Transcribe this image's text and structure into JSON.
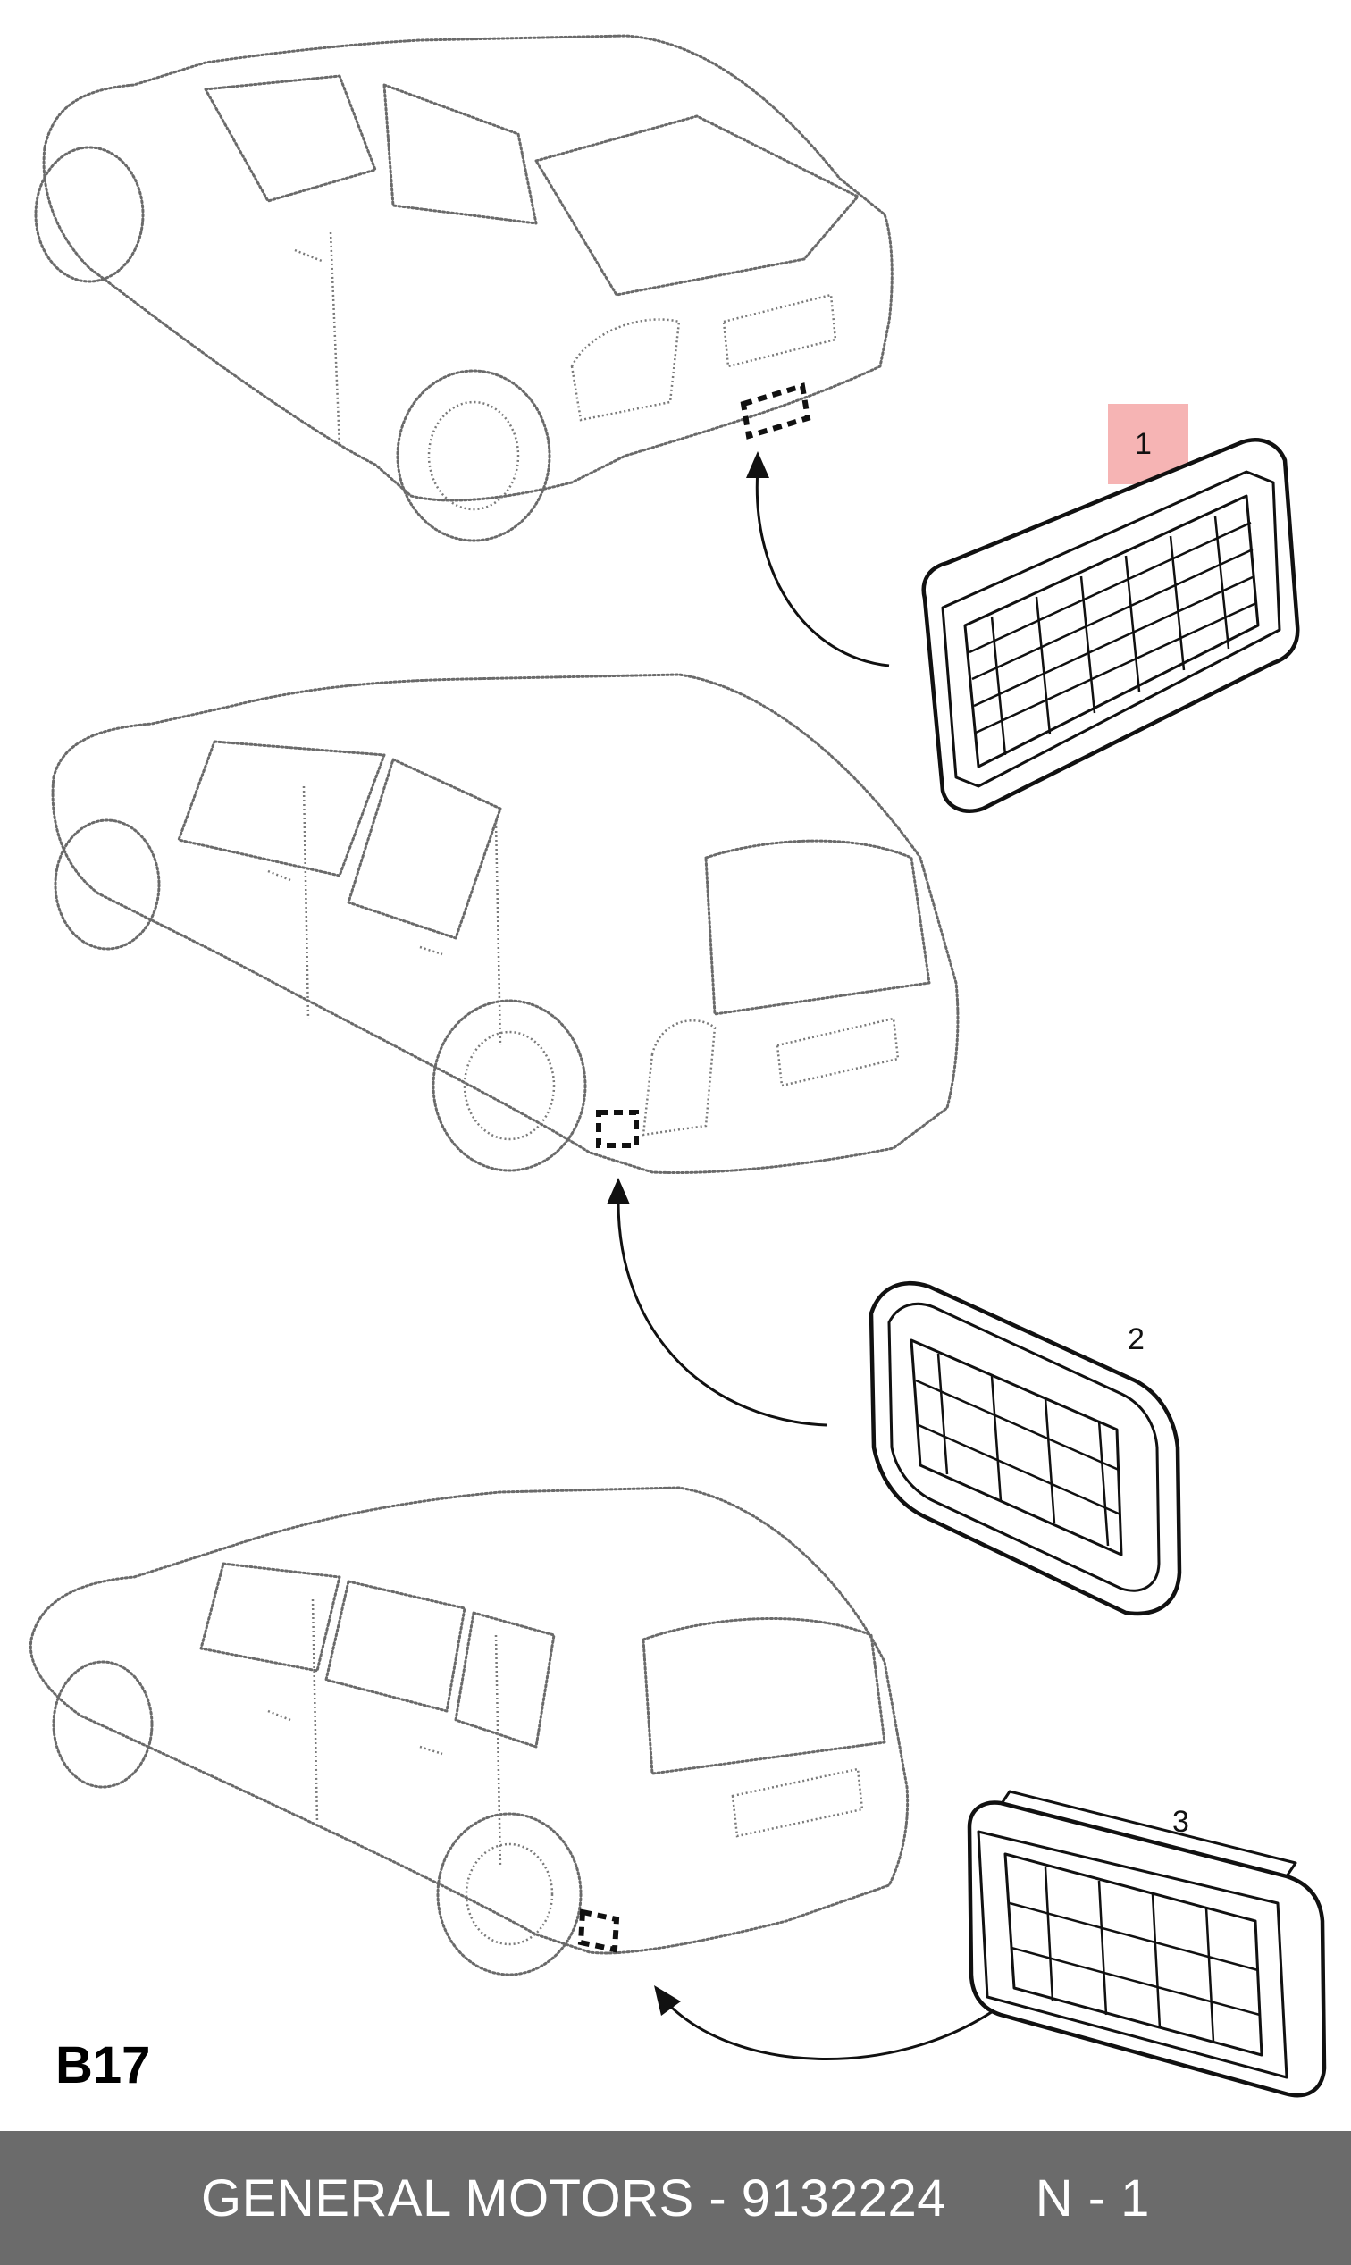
{
  "diagram": {
    "sheet_label": "B17",
    "callouts": [
      {
        "number": "1"
      },
      {
        "number": "2"
      },
      {
        "number": "3"
      }
    ],
    "colors": {
      "highlight": "#f4a7a7",
      "line": "#111111",
      "car_outline": "#6a6a6a"
    }
  },
  "footer": {
    "brand": "GENERAL MOTORS",
    "part_number": "9132224",
    "separator": " - ",
    "page": "N - 1",
    "background": "#6b6b6b"
  }
}
